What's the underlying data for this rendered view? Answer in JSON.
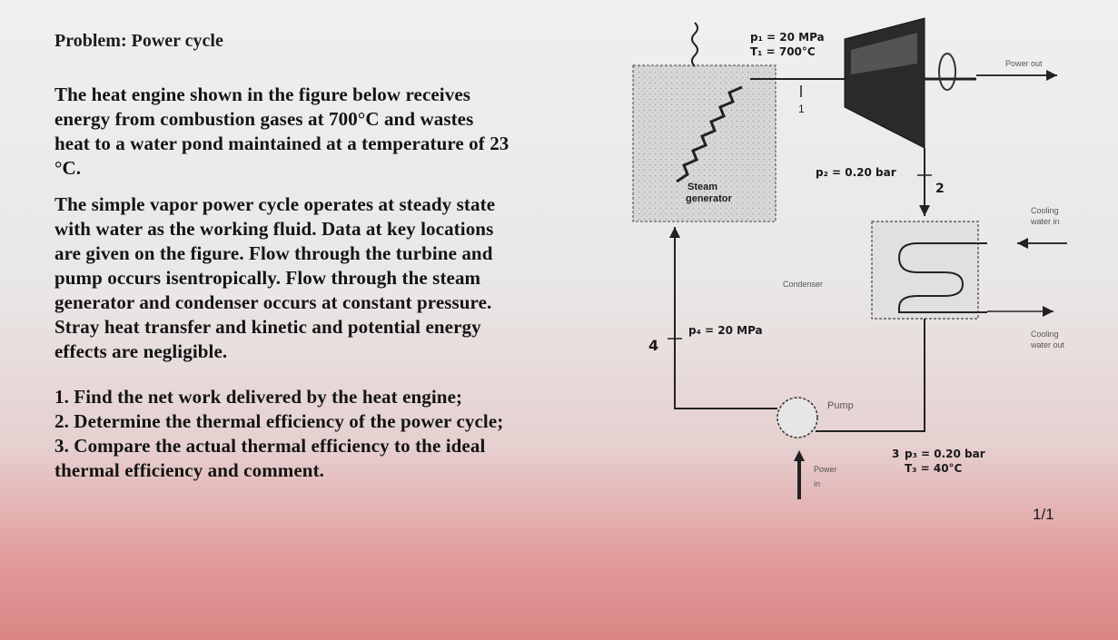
{
  "title": "Problem: Power cycle",
  "paragraph1": [
    "The heat engine shown in the figure below receives",
    "energy from combustion gases at 700°C and wastes",
    "heat to a water pond maintained at a temperature of 23",
    "°C."
  ],
  "paragraph2": [
    "The simple vapor power cycle operates at steady state",
    "with water as the working fluid. Data at key locations",
    "are given on the figure. Flow through the turbine and",
    "pump occurs isentropically. Flow through the steam",
    "generator and condenser occurs at constant pressure.",
    "Stray heat transfer and kinetic and potential energy",
    "effects are negligible."
  ],
  "questions": [
    "1. Find the net work delivered by the heat engine;",
    "2. Determine the thermal efficiency of the power cycle;",
    "3. Compare the actual thermal efficiency to the ideal",
    "thermal efficiency and comment."
  ],
  "diagram": {
    "state1_p": "p₁ = 20 MPa",
    "state1_t": "T₁ = 700°C",
    "state1_num": "1",
    "power_out": "Power out",
    "state2_p": "p₂ = 0.20 bar",
    "state2_num": "2",
    "steam_gen_line1": "Steam",
    "steam_gen_line2": "generator",
    "cooling_in_line1": "Cooling",
    "cooling_in_line2": "water in",
    "condenser": "Condenser",
    "cooling_out_line1": "Cooling",
    "cooling_out_line2": "water out",
    "state4_num": "4",
    "state4_p": "p₄ = 20 MPa",
    "pump": "Pump",
    "power_in_line1": "Power",
    "power_in_line2": "in",
    "state3_num": "3",
    "state3_p": "p₃ = 0.20 bar",
    "state3_t": "T₃ = 40°C"
  },
  "page_number": "1/1"
}
